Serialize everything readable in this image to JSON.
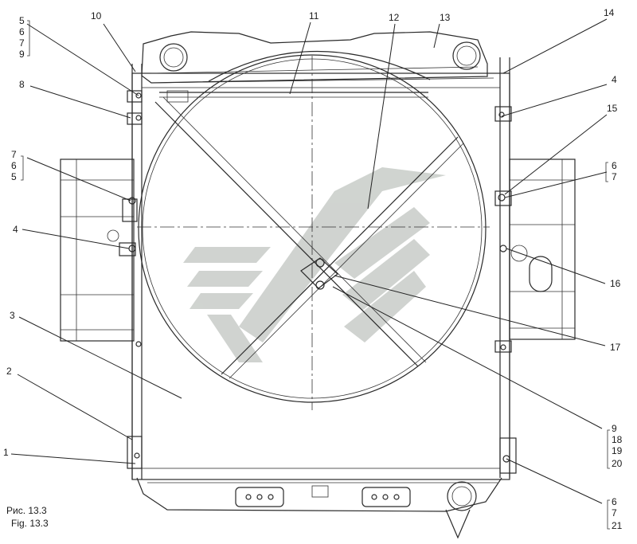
{
  "figure": {
    "caption_ru": "Рис. 13.3",
    "caption_en": "Fig. 13.3"
  },
  "callouts": {
    "c1": "1",
    "c2": "2",
    "c3": "3",
    "c4_left": "4",
    "c4_right": "4",
    "c5_top": "5",
    "c6_top": "6",
    "c7_top": "7",
    "c9_top": "9",
    "c7_mid": "7",
    "c6_mid": "6",
    "c5_mid": "5",
    "c8": "8",
    "c10": "10",
    "c11": "11",
    "c12": "12",
    "c13": "13",
    "c14": "14",
    "c15": "15",
    "c6_right": "6",
    "c7_right": "7",
    "c16": "16",
    "c17": "17",
    "c9_bot": "9",
    "c18": "18",
    "c19": "19",
    "c20": "20",
    "c6_bot": "6",
    "c7_bot": "7",
    "c21": "21"
  },
  "colors": {
    "line": "#2a2a2a",
    "watermark": "#c8ccc8",
    "background": "#ffffff"
  }
}
